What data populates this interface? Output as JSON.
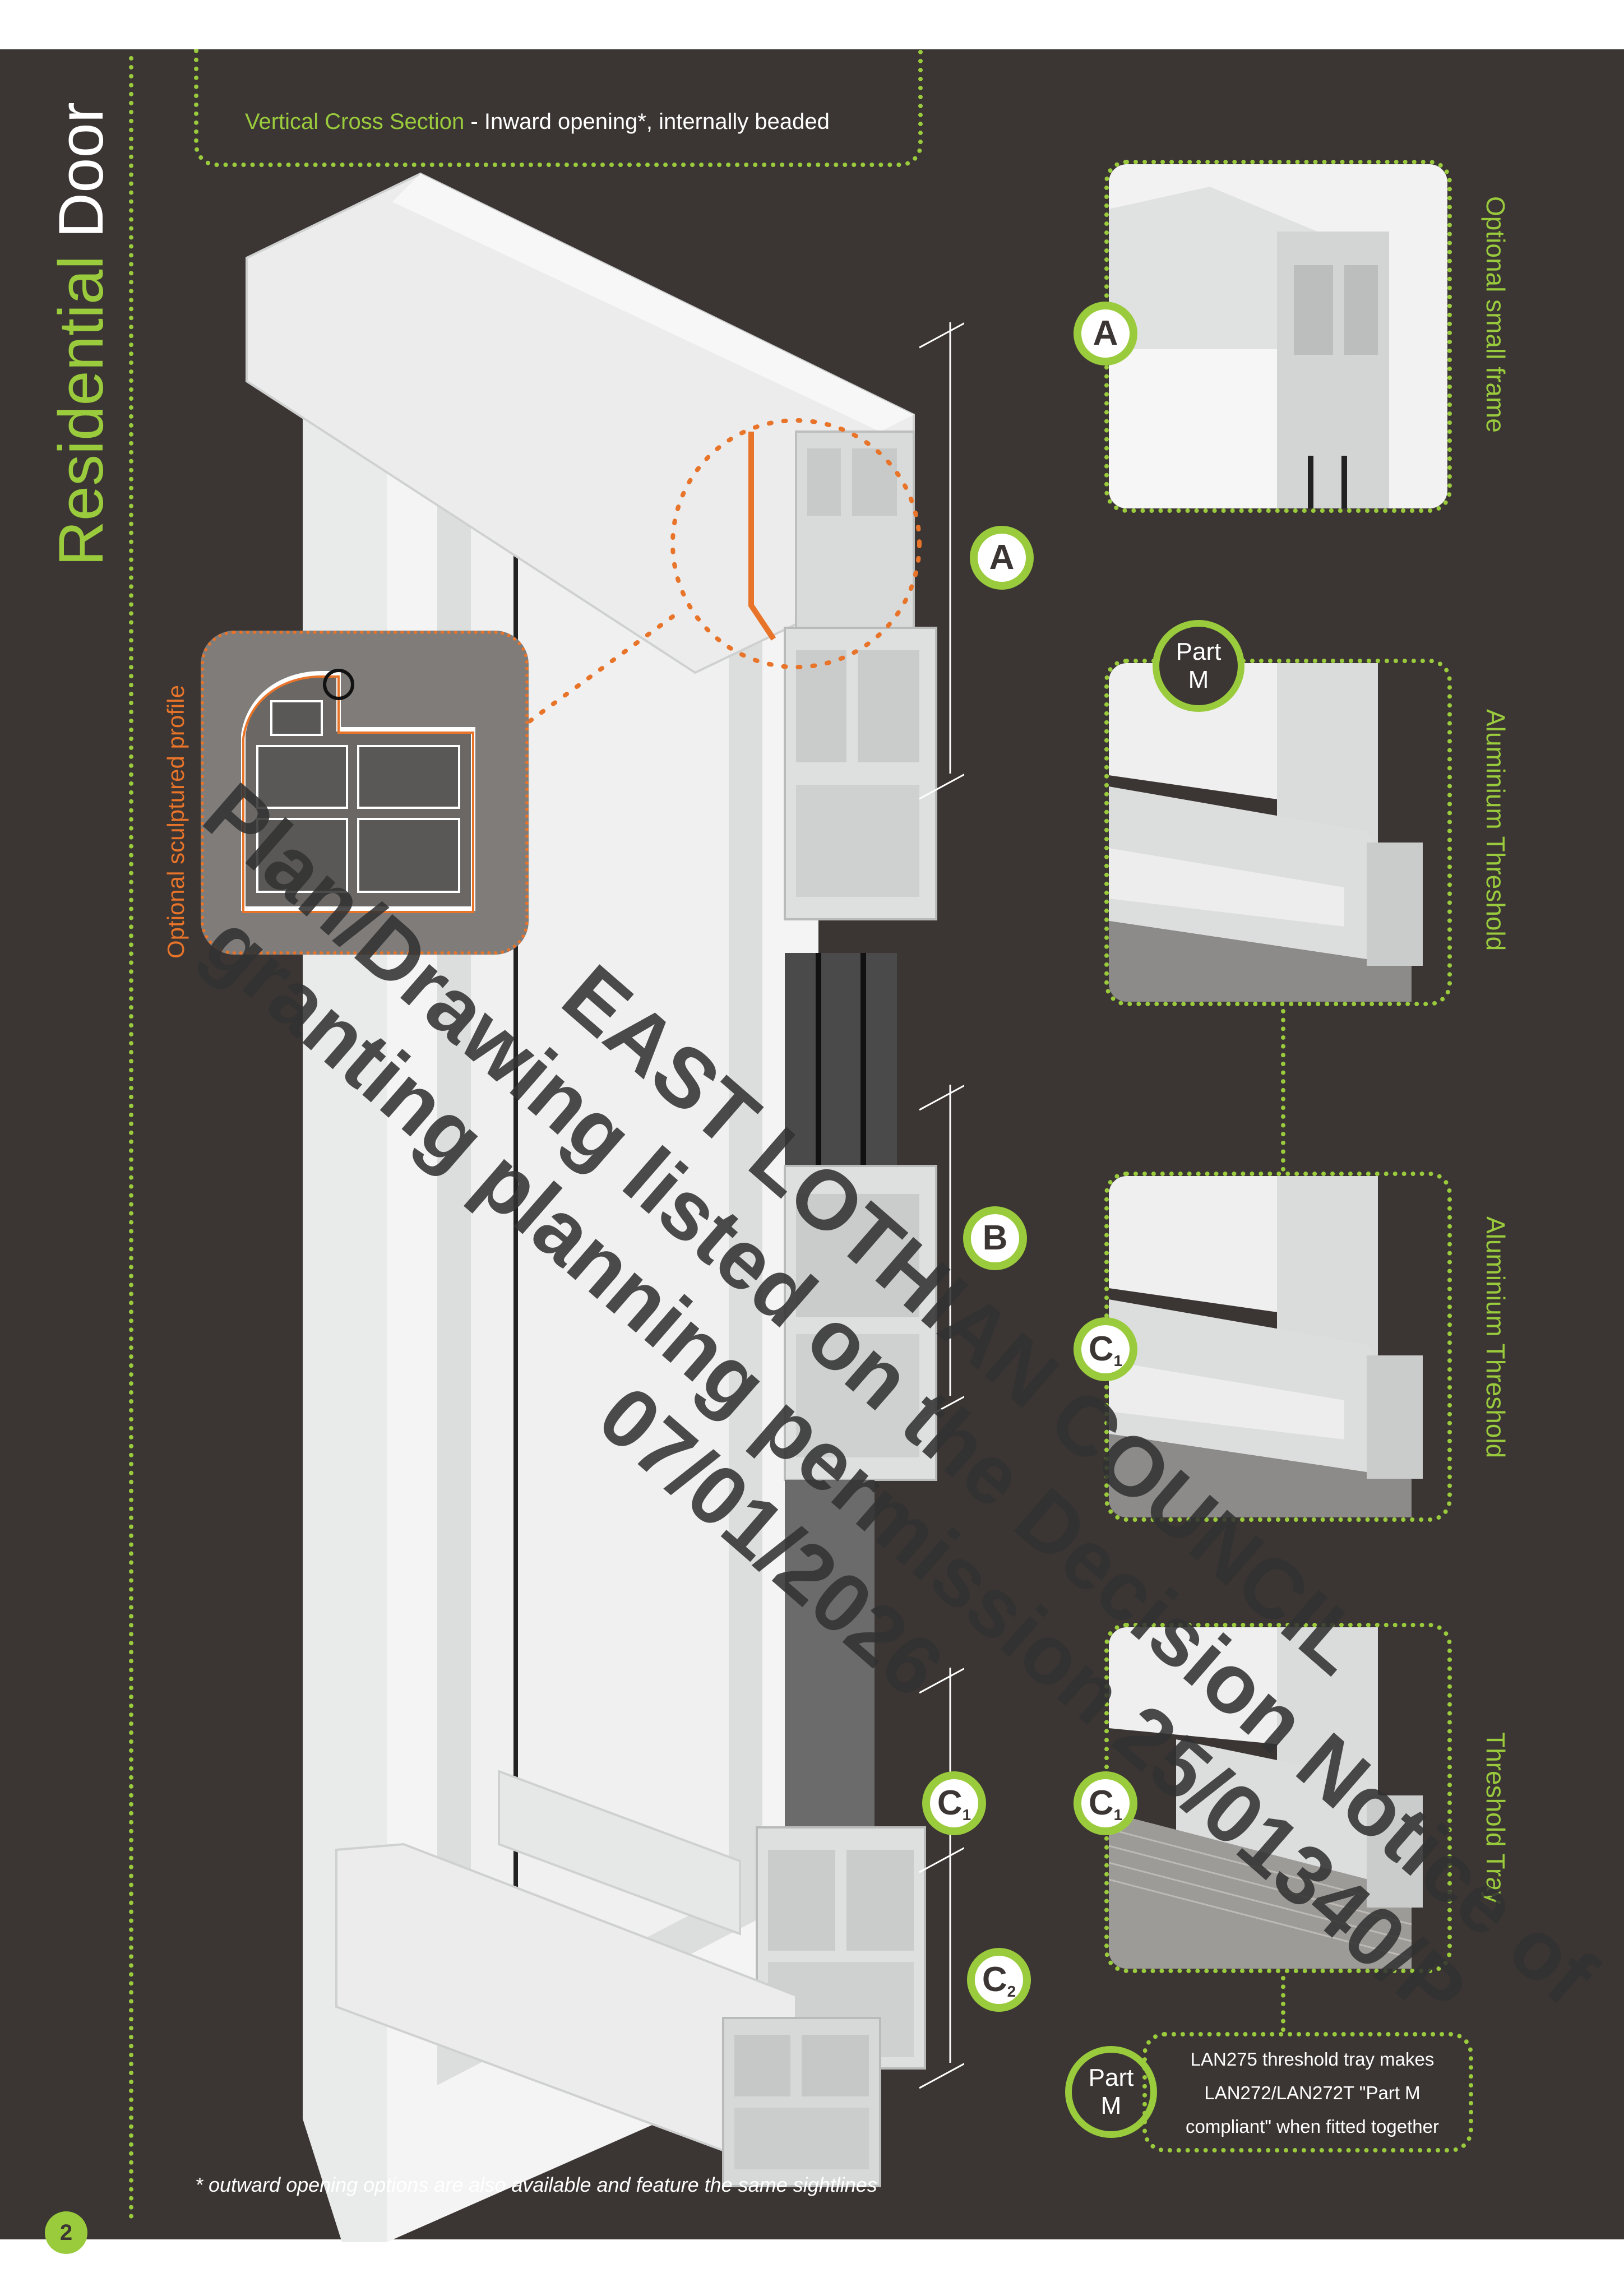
{
  "page_title": {
    "highlight": "Residential",
    "rest": " Door"
  },
  "section_label": {
    "highlight": "Vertical Cross Section",
    "rest": " - Inward opening*, internally beaded"
  },
  "profile_label": "Optional sculptured profile",
  "right_panels": [
    {
      "label": "Optional small frame",
      "badge": "A"
    },
    {
      "label": "Aluminium Threshold",
      "badge_part": "Part",
      "badge_m": "M"
    },
    {
      "label": "Aluminium Threshold",
      "badge": "C",
      "badge_sub": "1"
    },
    {
      "label": "Threshold Tray",
      "badge": "C",
      "badge_sub": "1"
    }
  ],
  "dimension_badges": {
    "a": "A",
    "b": "B",
    "c1": {
      "letter": "C",
      "sub": "1"
    },
    "c2": {
      "letter": "C",
      "sub": "2"
    }
  },
  "part_m_note": {
    "part": "Part",
    "m": "M",
    "lines": [
      "LAN275 threshold tray makes",
      "LAN272/LAN272T \"Part M",
      "compliant\" when fitted together"
    ]
  },
  "footnote": "* outward opening options are also available and feature the same sightlines",
  "page_number": "2",
  "watermark_lines": [
    "EAST LOTHIAN COUNCIL",
    "Plan/Drawing listed on the Decision Notice of",
    "granting planning permission 25/01340/P",
    "07/01/2026"
  ],
  "colors": {
    "background": "#3b3633",
    "accent": "#9acb3c",
    "orange": "#e8742a"
  }
}
